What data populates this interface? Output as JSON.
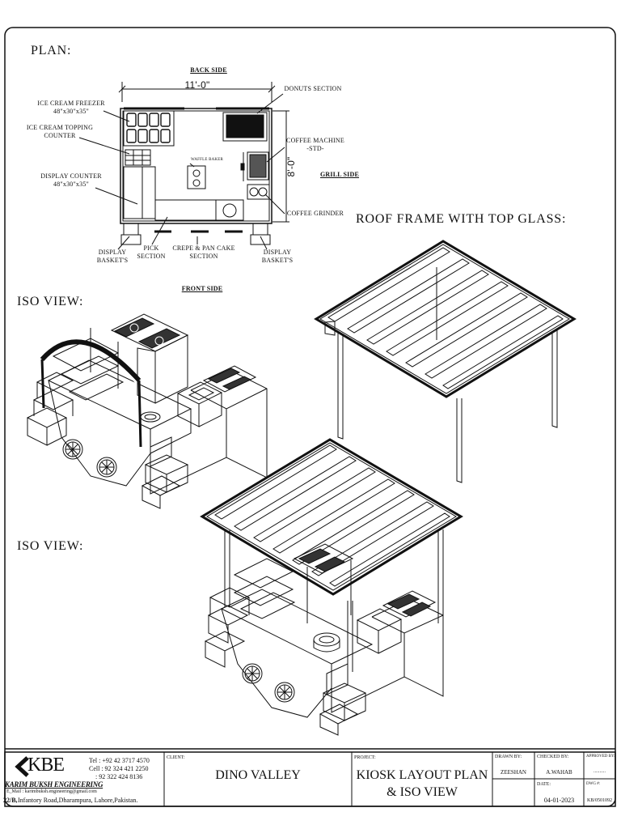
{
  "plan": {
    "title": "PLAN:",
    "back_side": "BACK SIDE",
    "front_side": "FRONT SIDE",
    "grill_side": "GRILL SIDE",
    "width_dim": "11'-0\"",
    "depth_dim": "8'-0\"",
    "labels": {
      "ice_cream_freezer": "ICE CREAM FREEZER",
      "ice_cream_freezer_size": "48\"x30\"x35\"",
      "topping_counter_1": "ICE CREAM TOPPING",
      "topping_counter_2": "COUNTER",
      "display_counter": "DISPLAY COUNTER",
      "display_counter_size": "48\"x30\"x35\"",
      "waffle_baker": "WAFFLE BAKER",
      "donuts_section": "DONUTS SECTION",
      "coffee_machine": "COFFEE MACHINE",
      "coffee_machine_std": "-STD-",
      "coffee_grinder": "COFFEE GRINDER",
      "display_baskets_left_1": "DISPLAY",
      "display_baskets_left_2": "BASKET'S",
      "pick_section_1": "PICK",
      "pick_section_2": "SECTION",
      "crepe_section_1": "CREPE & PAN CAKE",
      "crepe_section_2": "SECTION",
      "display_baskets_right_1": "DISPLAY",
      "display_baskets_right_2": "BASKET'S"
    }
  },
  "iso_view_1": {
    "title": "ISO VIEW:"
  },
  "iso_view_2": {
    "title": "ISO VIEW:"
  },
  "roof": {
    "title": "ROOF FRAME WITH TOP GLASS:"
  },
  "title_block": {
    "logo": "KBE",
    "company": "KARIM BUKSH ENGINEERING",
    "tel": "Tel : +92 42 3717 4570",
    "cell_1": "Cell : 92 324 421 2250",
    "cell_2": ": 92 322 424 8136",
    "email": "E_Mail : karimbuksh.engineering@gmail.com",
    "address_prefix": "22/B,",
    "address": "Infantory  Road,Dharampura, Lahore,Pakistan.",
    "client_label": "CLIENT:",
    "client": "DINO VALLEY",
    "project_label": "PROJECT:",
    "project_1": "KIOSK LAYOUT PLAN",
    "project_2": "& ISO VIEW",
    "drawn_by_label": "DRAWN BY:",
    "drawn_by": "ZEESHAN",
    "checked_by_label": "CHECKED BY:",
    "checked_by": "A.WAHAB",
    "approved_by_label": "APPROVED BY:",
    "approved_by": "..........",
    "date_label": "DATE:",
    "date": "04-01-2023",
    "dwg_label": "DWG #:",
    "dwg": "KB/0501092"
  }
}
